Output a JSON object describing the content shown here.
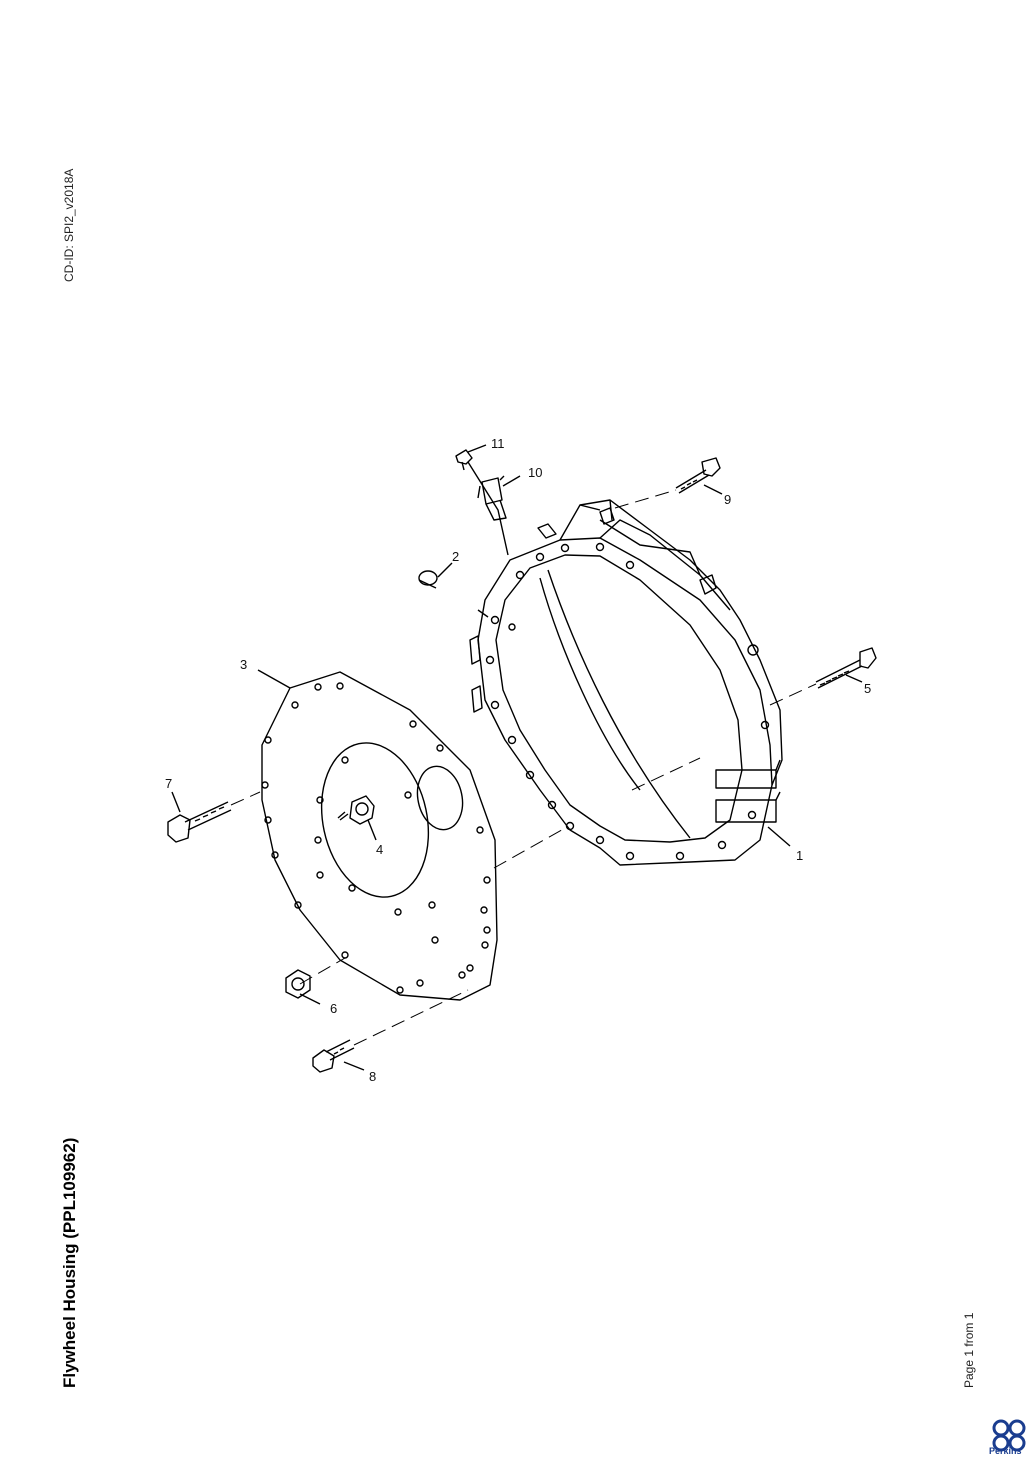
{
  "document": {
    "cd_id": "CD-ID: SPI2_v2018A",
    "title": "Flywheel Housing (PPL109962)",
    "page_indicator": "Page 1 from 1",
    "brand": "Perkins",
    "brand_color": "#1a3d8f"
  },
  "callouts": {
    "c1": "1",
    "c2": "2",
    "c3": "3",
    "c4": "4",
    "c5": "5",
    "c6": "6",
    "c7": "7",
    "c8": "8",
    "c9": "9",
    "c10": "10",
    "c11": "11"
  }
}
